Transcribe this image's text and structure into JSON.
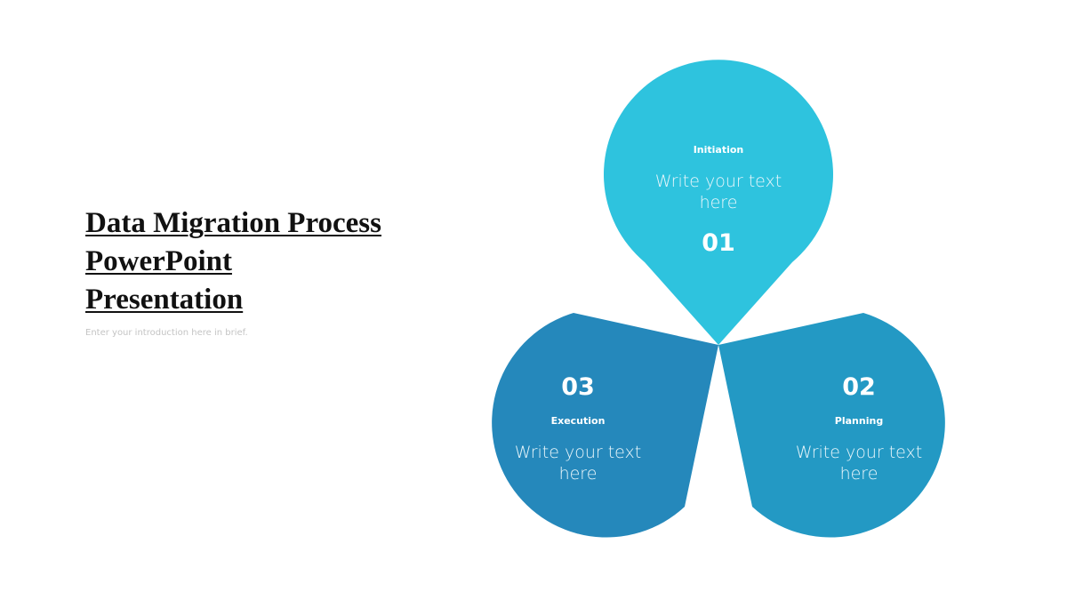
{
  "title": {
    "line1": "Data Migration Process",
    "line2": "PowerPoint",
    "line3": "Presentation"
  },
  "intro": "Enter your introduction here in brief.",
  "colors": {
    "initiation": "#2EC3DE",
    "planning": "#2399C4",
    "execution": "#2588BB"
  },
  "steps": [
    {
      "number": "01",
      "label": "Initiation",
      "text_line1": "Write your text",
      "text_line2": "here"
    },
    {
      "number": "02",
      "label": "Planning",
      "text_line1": "Write your text",
      "text_line2": "here"
    },
    {
      "number": "03",
      "label": "Execution",
      "text_line1": "Write your text",
      "text_line2": "here"
    }
  ]
}
